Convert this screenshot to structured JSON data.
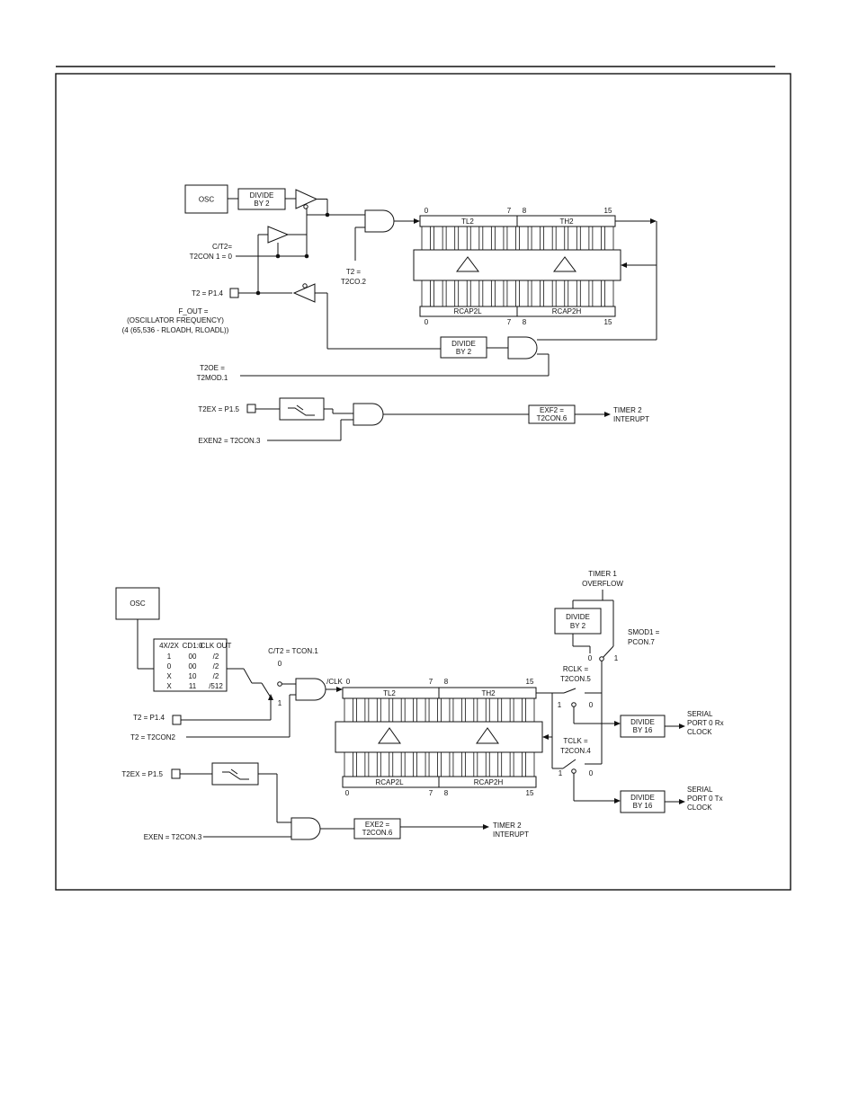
{
  "fig1": {
    "osc": "OSC",
    "divide_top": [
      "DIVIDE",
      "BY 2"
    ],
    "ct2": [
      "C/T2=",
      "T2CON 1 = 0"
    ],
    "t2_pin": "T2 = P1.4",
    "fout": [
      "F_OUT =",
      "(OSCILLATOR FREQUENCY)",
      "(4 (65,536 - RLOADH, RLOADL))"
    ],
    "tr2": [
      "T2 =",
      "T2CO.2"
    ],
    "tl2": "TL2",
    "th2": "TH2",
    "bits_top": [
      "0",
      "7",
      "8",
      "15"
    ],
    "rcap2l": "RCAP2L",
    "rcap2h": "RCAP2H",
    "bits_bottom": [
      "0",
      "7",
      "8",
      "15"
    ],
    "divide_bottom": [
      "DIVIDE",
      "BY 2"
    ],
    "t2oe": [
      "T2OE =",
      "T2MOD.1"
    ],
    "t2ex": "T2EX = P1.5",
    "exen2": "EXEN2 = T2CON.3",
    "exf2": [
      "EXF2 =",
      "T2CON.6"
    ],
    "interrupt": [
      "TIMER 2",
      "INTERUPT"
    ]
  },
  "fig2": {
    "osc": "OSC",
    "table_header": [
      "4X/2X",
      "CD1:0",
      "CLK OUT"
    ],
    "table_rows": [
      [
        "1",
        "00",
        "/2"
      ],
      [
        "0",
        "00",
        "/2"
      ],
      [
        "X",
        "10",
        "/2"
      ],
      [
        "X",
        "11",
        "/512"
      ]
    ],
    "ct2": "C/T2 = TCON.1",
    "sw_0": "0",
    "sw_1": "1",
    "clk": "/CLK",
    "t2_pin": "T2 = P1.4",
    "t2_con": "T2 = T2CON2",
    "tl2": "TL2",
    "th2": "TH2",
    "bits_top": [
      "0",
      "7",
      "8",
      "15"
    ],
    "rcap2l": "RCAP2L",
    "rcap2h": "RCAP2H",
    "bits_bottom": [
      "0",
      "7",
      "8",
      "15"
    ],
    "t2ex": "T2EX = P1.5",
    "exen": "EXEN = T2CON.3",
    "exe2": [
      "EXE2 =",
      "T2CON.6"
    ],
    "interrupt": [
      "TIMER 2",
      "INTERUPT"
    ],
    "timer1": [
      "TIMER 1",
      "OVERFLOW"
    ],
    "divide_by2": [
      "DIVIDE",
      "BY 2"
    ],
    "smod1": [
      "SMOD1 =",
      "PCON.7"
    ],
    "smod_0": "0",
    "smod_1": "1",
    "rclk": [
      "RCLK =",
      "T2CON.5"
    ],
    "rclk_1": "1",
    "rclk_0": "0",
    "tclk": [
      "TCLK =",
      "T2CON.4"
    ],
    "tclk_1": "1",
    "tclk_0": "0",
    "divide_rx": [
      "DIVIDE",
      "BY 16"
    ],
    "divide_tx": [
      "DIVIDE",
      "BY 16"
    ],
    "serial_rx": [
      "SERIAL",
      "PORT 0 Rx",
      "CLOCK"
    ],
    "serial_tx": [
      "SERIAL",
      "PORT 0 Tx",
      "CLOCK"
    ]
  }
}
